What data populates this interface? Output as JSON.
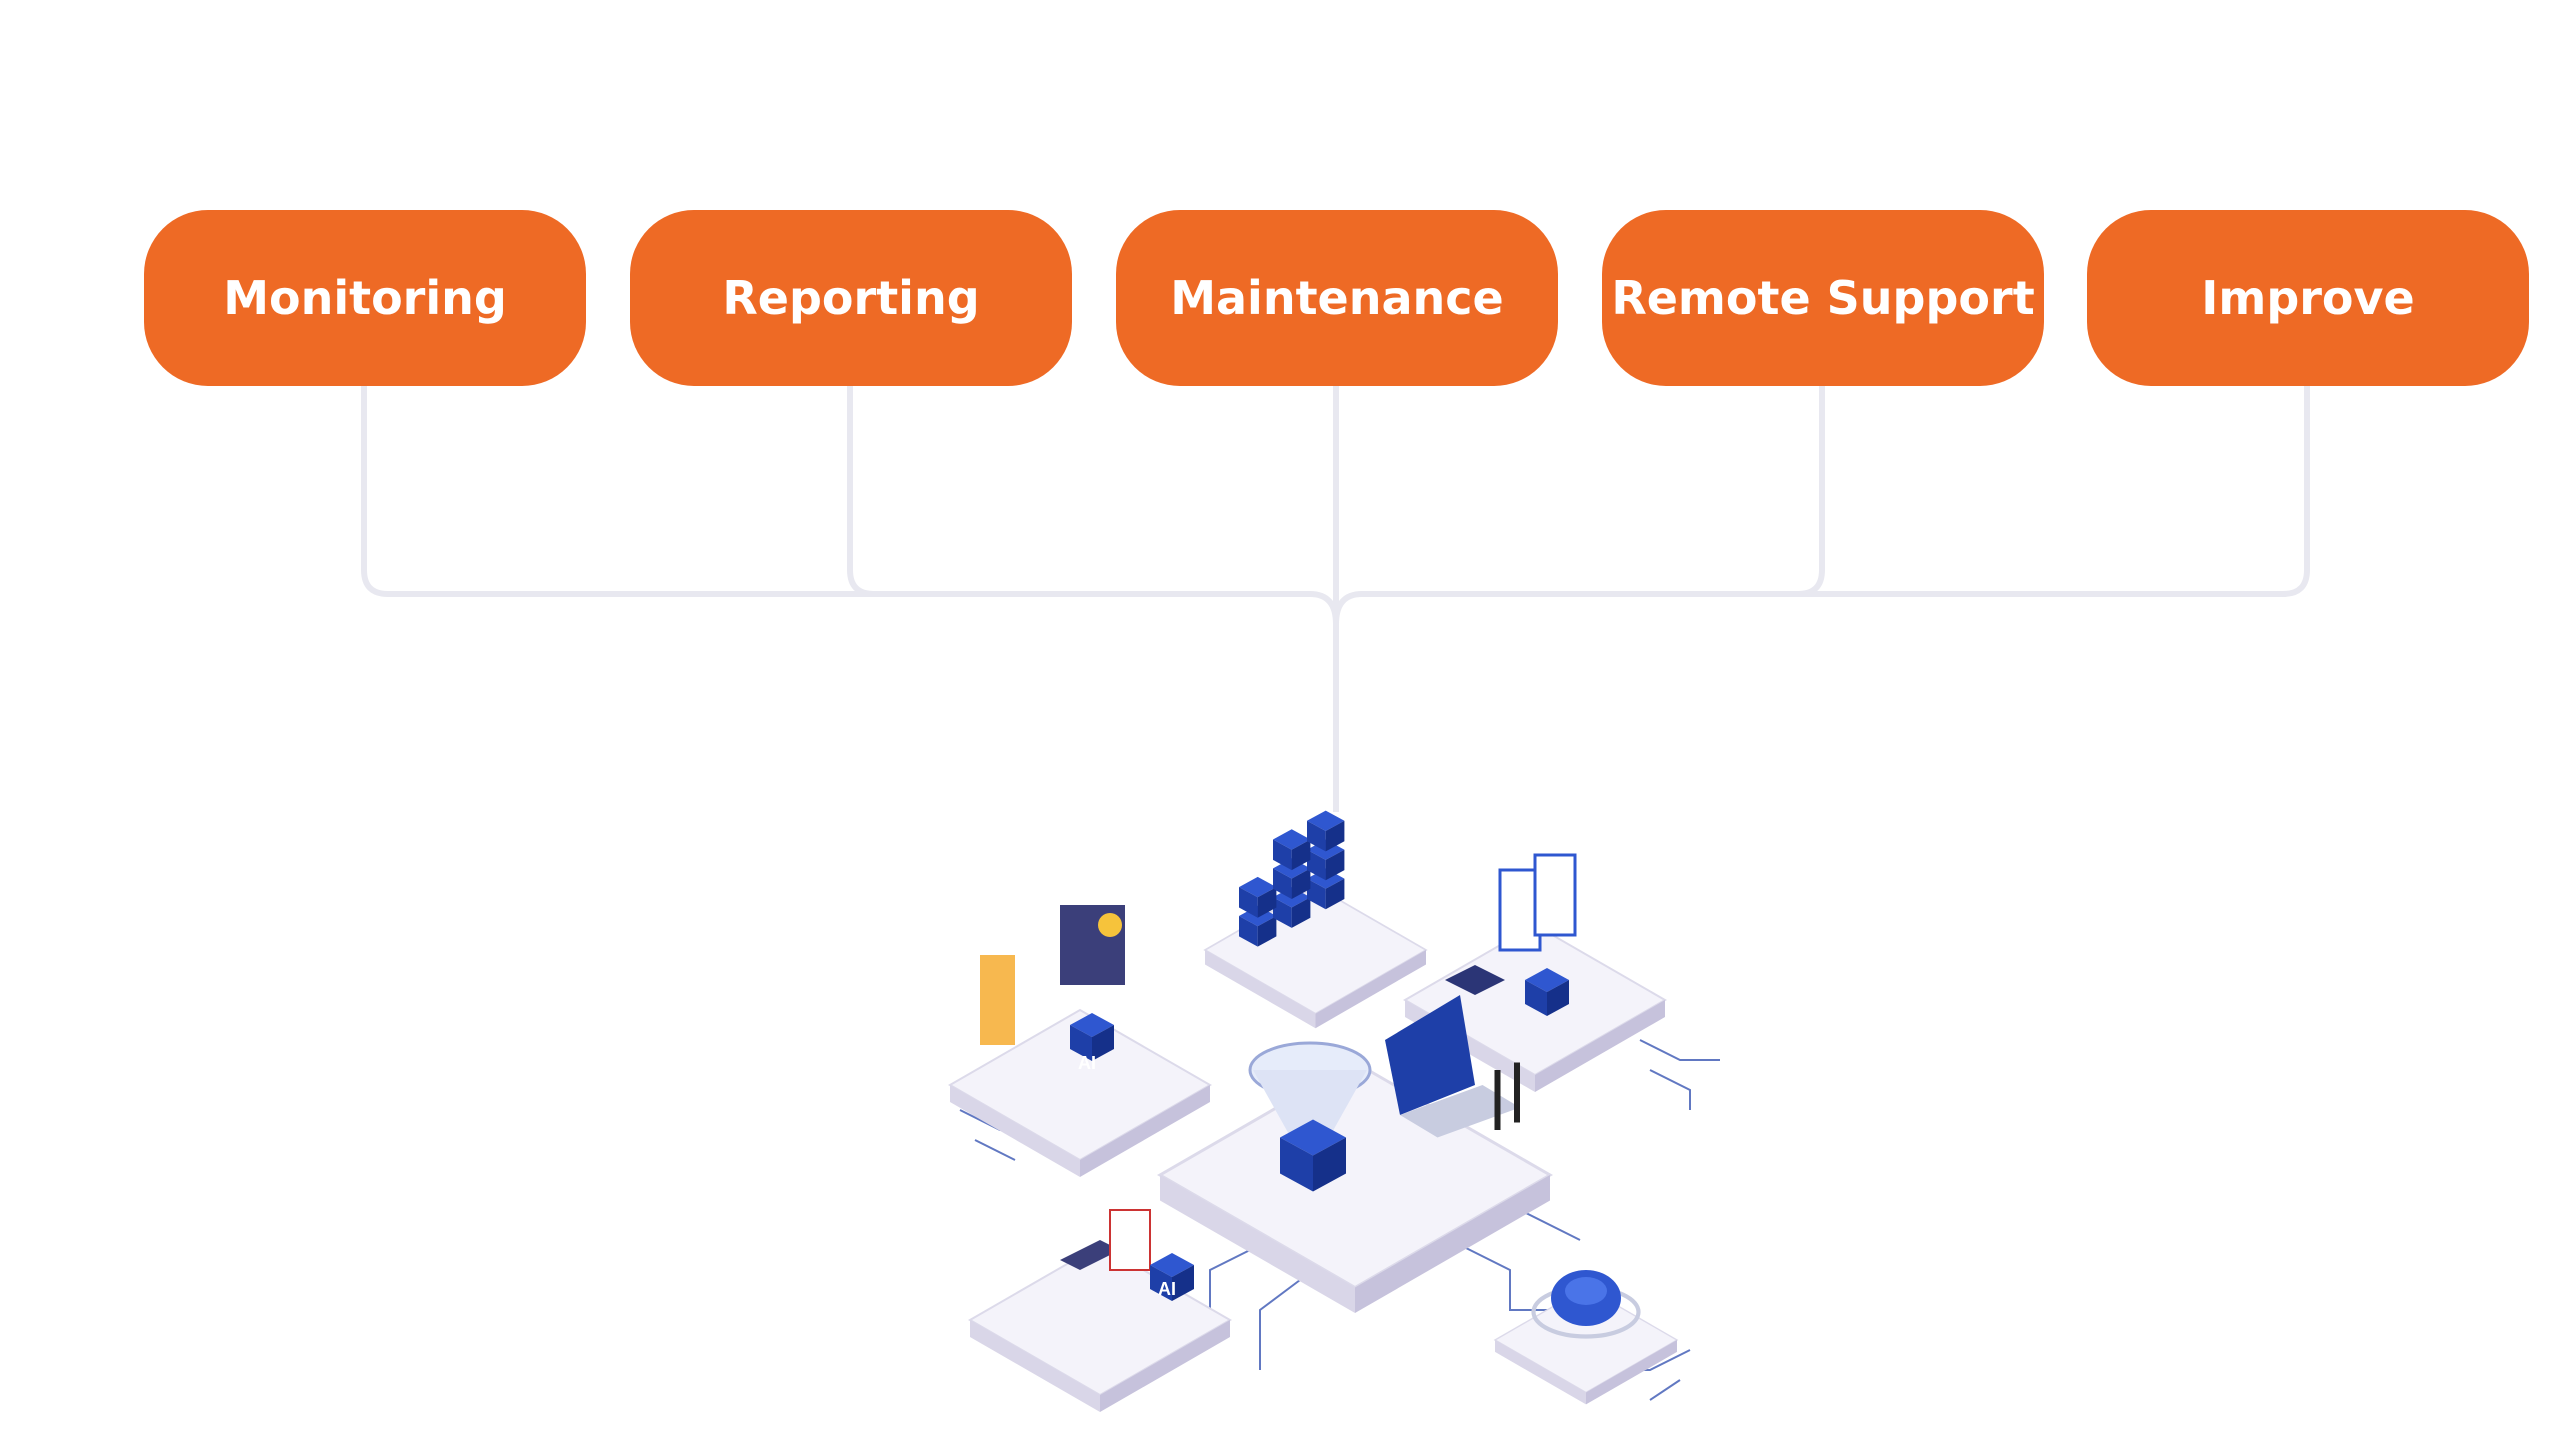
{
  "steps": [
    {
      "label": "Monitoring"
    },
    {
      "label": "Reporting"
    },
    {
      "label": "Maintenance"
    },
    {
      "label": "Remote Support"
    },
    {
      "label": "Improve"
    }
  ],
  "colors": {
    "accent": "#EE6A25",
    "connector": "#E6E6F0",
    "illustration_blue": "#1E3FA8",
    "platform": "#EEEDF5"
  },
  "illustration": {
    "labels": [
      "AI",
      "AI"
    ]
  }
}
